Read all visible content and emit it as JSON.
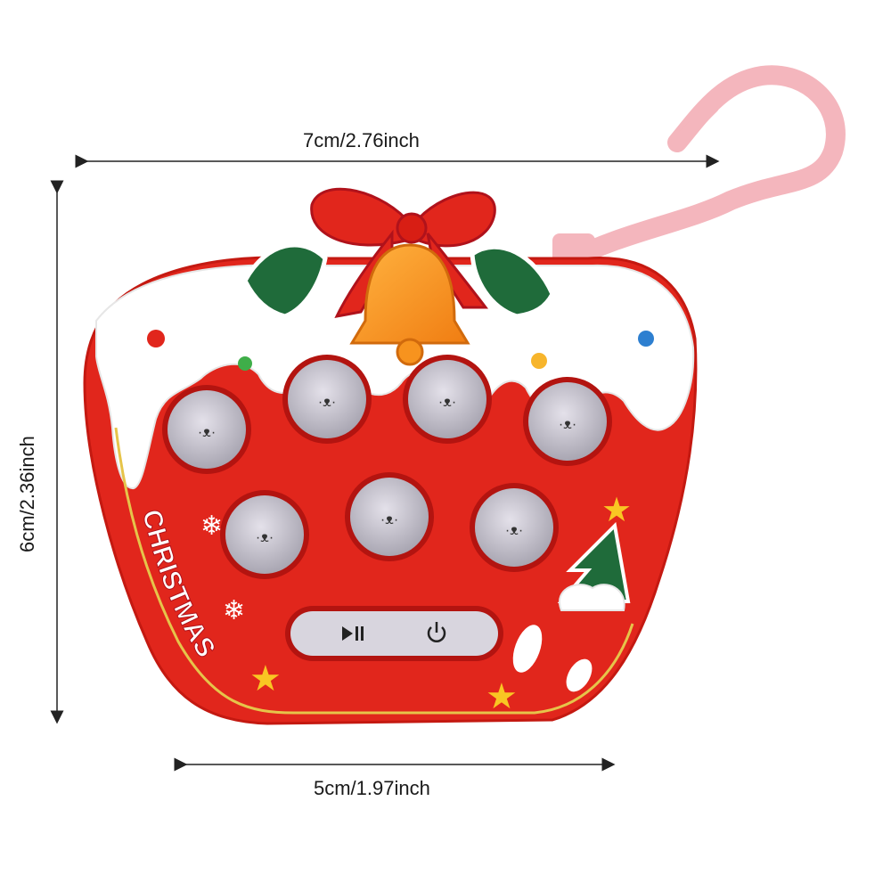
{
  "dimensions": {
    "width_label": "7cm/2.76inch",
    "height_label": "6cm/2.36inch",
    "base_label": "5cm/1.97inch"
  },
  "toy": {
    "brand_text": "CHRISTMAS",
    "mole_count": 7,
    "controls": [
      "play-pause-icon",
      "power-icon"
    ]
  },
  "colors": {
    "body_red": "#e1261c",
    "snow_white": "#ffffff",
    "bell_orange": "#f7931e",
    "holly_green": "#1f6b3a",
    "mole_grey": "#cfccd6",
    "clip_pink": "#f4b6bd"
  }
}
